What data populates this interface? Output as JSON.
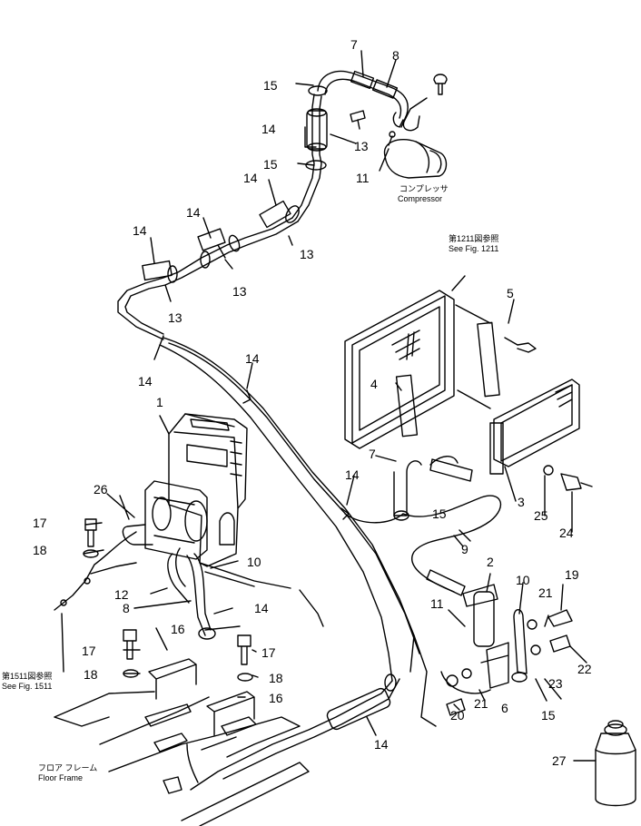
{
  "notes": {
    "compressor_jp": "コンプレッサ",
    "compressor_en": "Compressor",
    "fig1211_jp": "第1211図参照",
    "fig1211_en": "See Fig. 1211",
    "fig1511_jp": "第1511図参照",
    "fig1511_en": "See Fig. 1511",
    "floor_jp": "フロア フレーム",
    "floor_en": "Floor Frame"
  },
  "callouts": [
    "1",
    "2",
    "3",
    "4",
    "5",
    "6",
    "7",
    "8",
    "9",
    "10",
    "11",
    "12",
    "13",
    "14",
    "15",
    "16",
    "17",
    "18",
    "19",
    "20",
    "21",
    "22",
    "23",
    "24",
    "25",
    "26",
    "27"
  ]
}
